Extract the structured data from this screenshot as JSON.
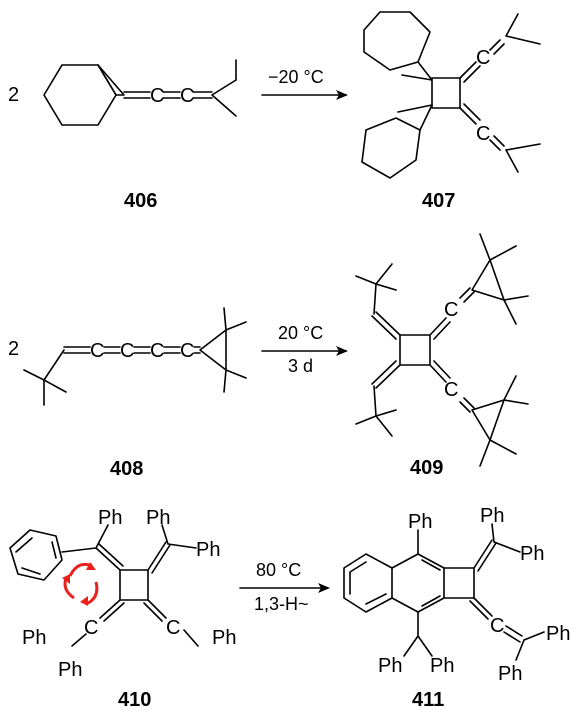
{
  "rows": [
    {
      "stoich": "2",
      "reactant": {
        "id": "406"
      },
      "conditions": [
        "−20 °C"
      ],
      "product": {
        "id": "407"
      }
    },
    {
      "stoich": "2",
      "reactant": {
        "id": "408"
      },
      "conditions": [
        "20 °C",
        "3 d"
      ],
      "product": {
        "id": "409"
      }
    },
    {
      "reactant": {
        "id": "410",
        "ph_labels": [
          "Ph",
          "Ph",
          "Ph",
          "Ph",
          "Ph",
          "Ph"
        ]
      },
      "conditions": [
        "80 °C",
        "1,3-H~"
      ],
      "product": {
        "id": "411",
        "ph_labels": [
          "Ph",
          "Ph",
          "Ph",
          "Ph",
          "Ph",
          "Ph",
          "Ph"
        ]
      }
    }
  ],
  "atom_labels": {
    "cumulene_carbon": "C"
  },
  "colors": {
    "ink": "#000000",
    "highlight": "#e8211c"
  }
}
